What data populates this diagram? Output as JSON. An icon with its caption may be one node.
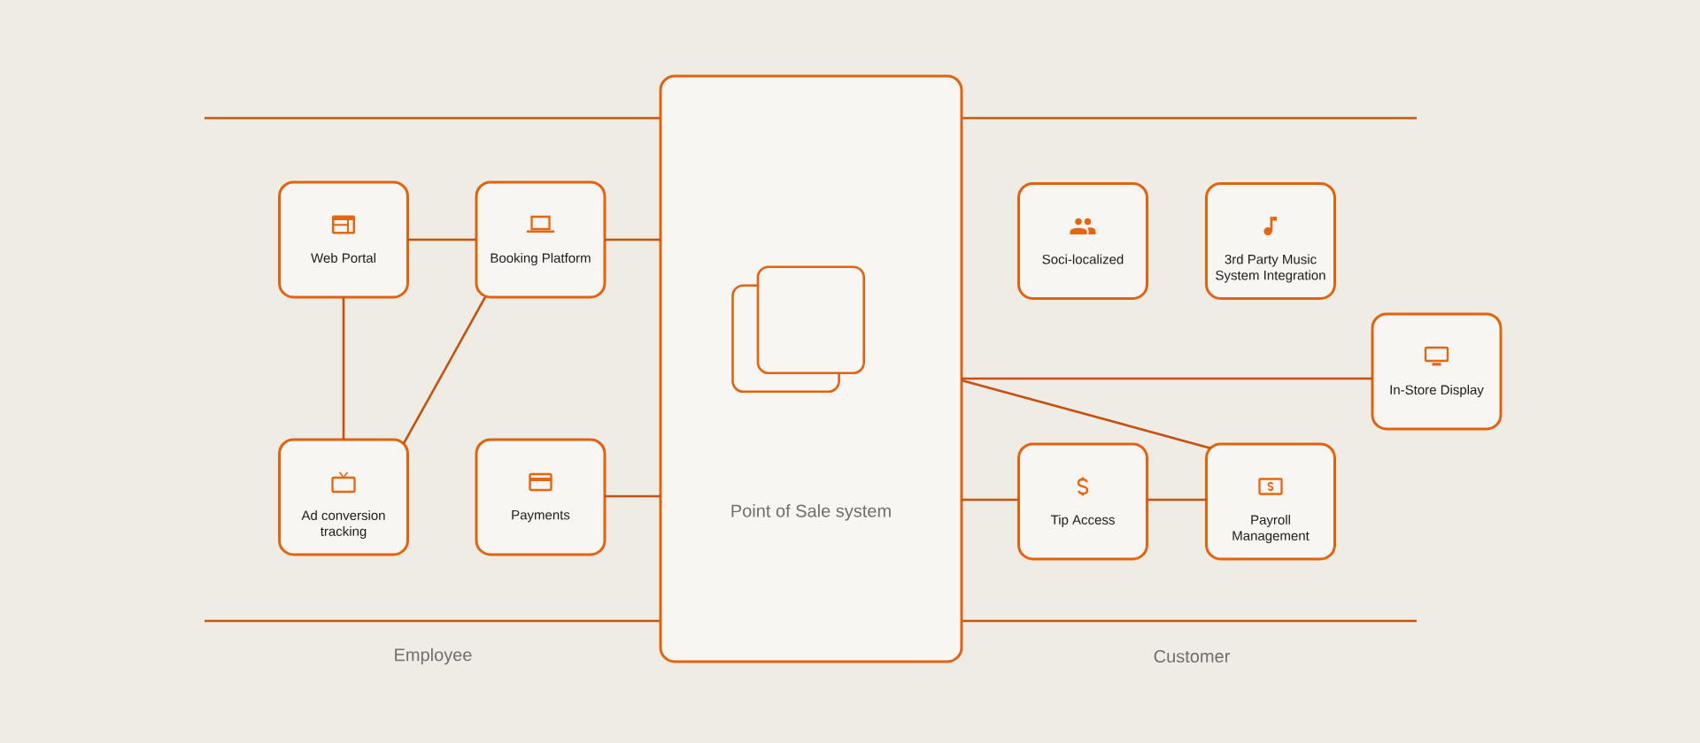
{
  "diagram": {
    "nodes": [
      {
        "text": [
          "Web Portal"
        ]
      },
      {
        "text": [
          "Booking Platform"
        ]
      },
      {
        "text": [
          "Point of Sale system"
        ]
      },
      {
        "text": [
          "Soci-localized"
        ]
      },
      {
        "text": [
          "3rd Party Music System Integration"
        ]
      },
      {
        "text": [
          "In-Store Display"
        ]
      },
      {
        "text": [
          "Ad conversion tracking"
        ]
      },
      {
        "text": [
          "Payments"
        ]
      },
      {
        "text": [
          "Tip Access"
        ]
      },
      {
        "text": [
          "Payroll Management"
        ]
      }
    ],
    "edges": [
      {
        "from": 0,
        "to": 1,
        "arrow": "none"
      },
      {
        "from": 1,
        "to": 2,
        "arrow": "none"
      },
      {
        "from": 0,
        "to": 6,
        "arrow": "none"
      },
      {
        "from": 1,
        "to": 6,
        "arrow": "none"
      },
      {
        "from": 7,
        "to": 2,
        "arrow": "none"
      },
      {
        "from": 2,
        "to": 5,
        "arrow": "none"
      },
      {
        "from": 2,
        "to": 9,
        "arrow": "none"
      },
      {
        "from": 2,
        "to": 8,
        "arrow": "none"
      },
      {
        "from": 8,
        "to": 9,
        "arrow": "none"
      }
    ],
    "labels": [
      "Employee",
      "Customer"
    ]
  }
}
